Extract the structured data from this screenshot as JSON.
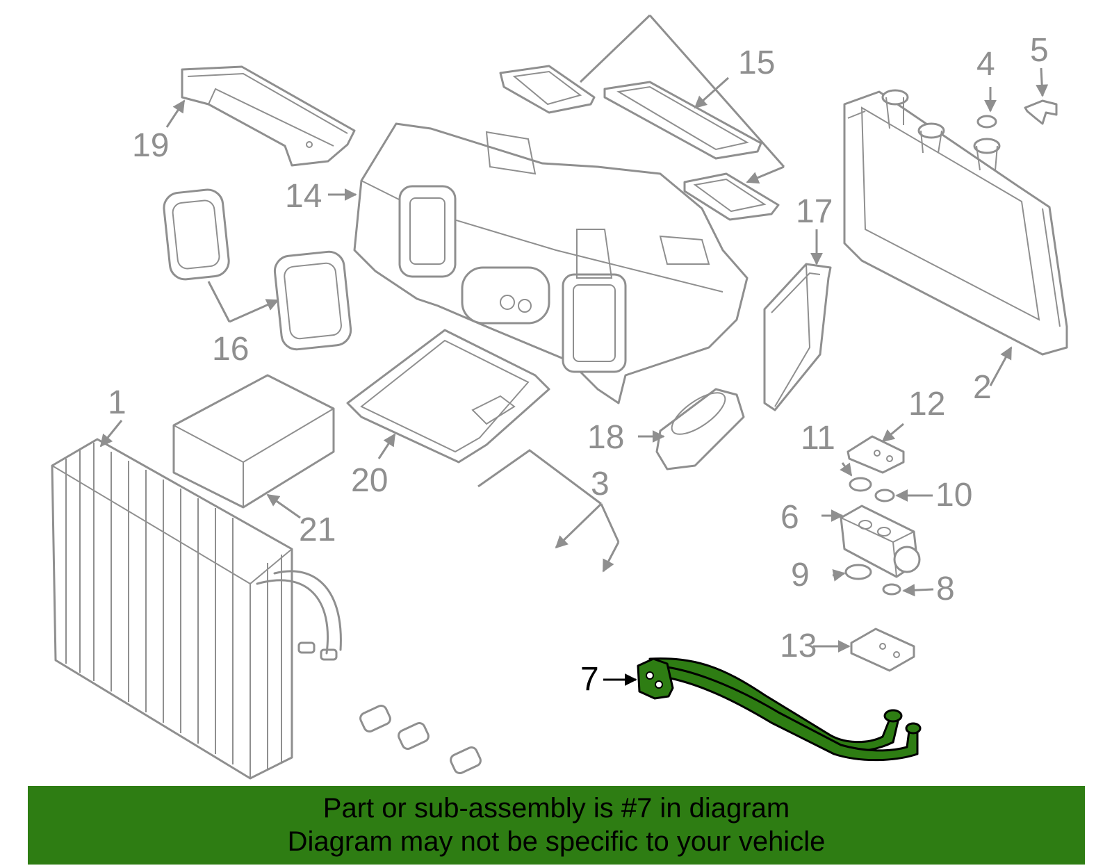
{
  "diagram": {
    "callouts": [
      "1",
      "2",
      "3",
      "4",
      "5",
      "6",
      "7",
      "8",
      "9",
      "10",
      "11",
      "12",
      "13",
      "14",
      "15",
      "16",
      "17",
      "18",
      "19",
      "20",
      "21"
    ],
    "highlighted_part": "7",
    "colors": {
      "part_line": "#8f8f8f",
      "highlight": "#2e7d13",
      "banner": "#2e7d13",
      "text": "#000000"
    }
  },
  "banner": {
    "line1": "Part or sub-assembly is #7 in diagram",
    "line2": "Diagram may not be specific to your vehicle"
  }
}
